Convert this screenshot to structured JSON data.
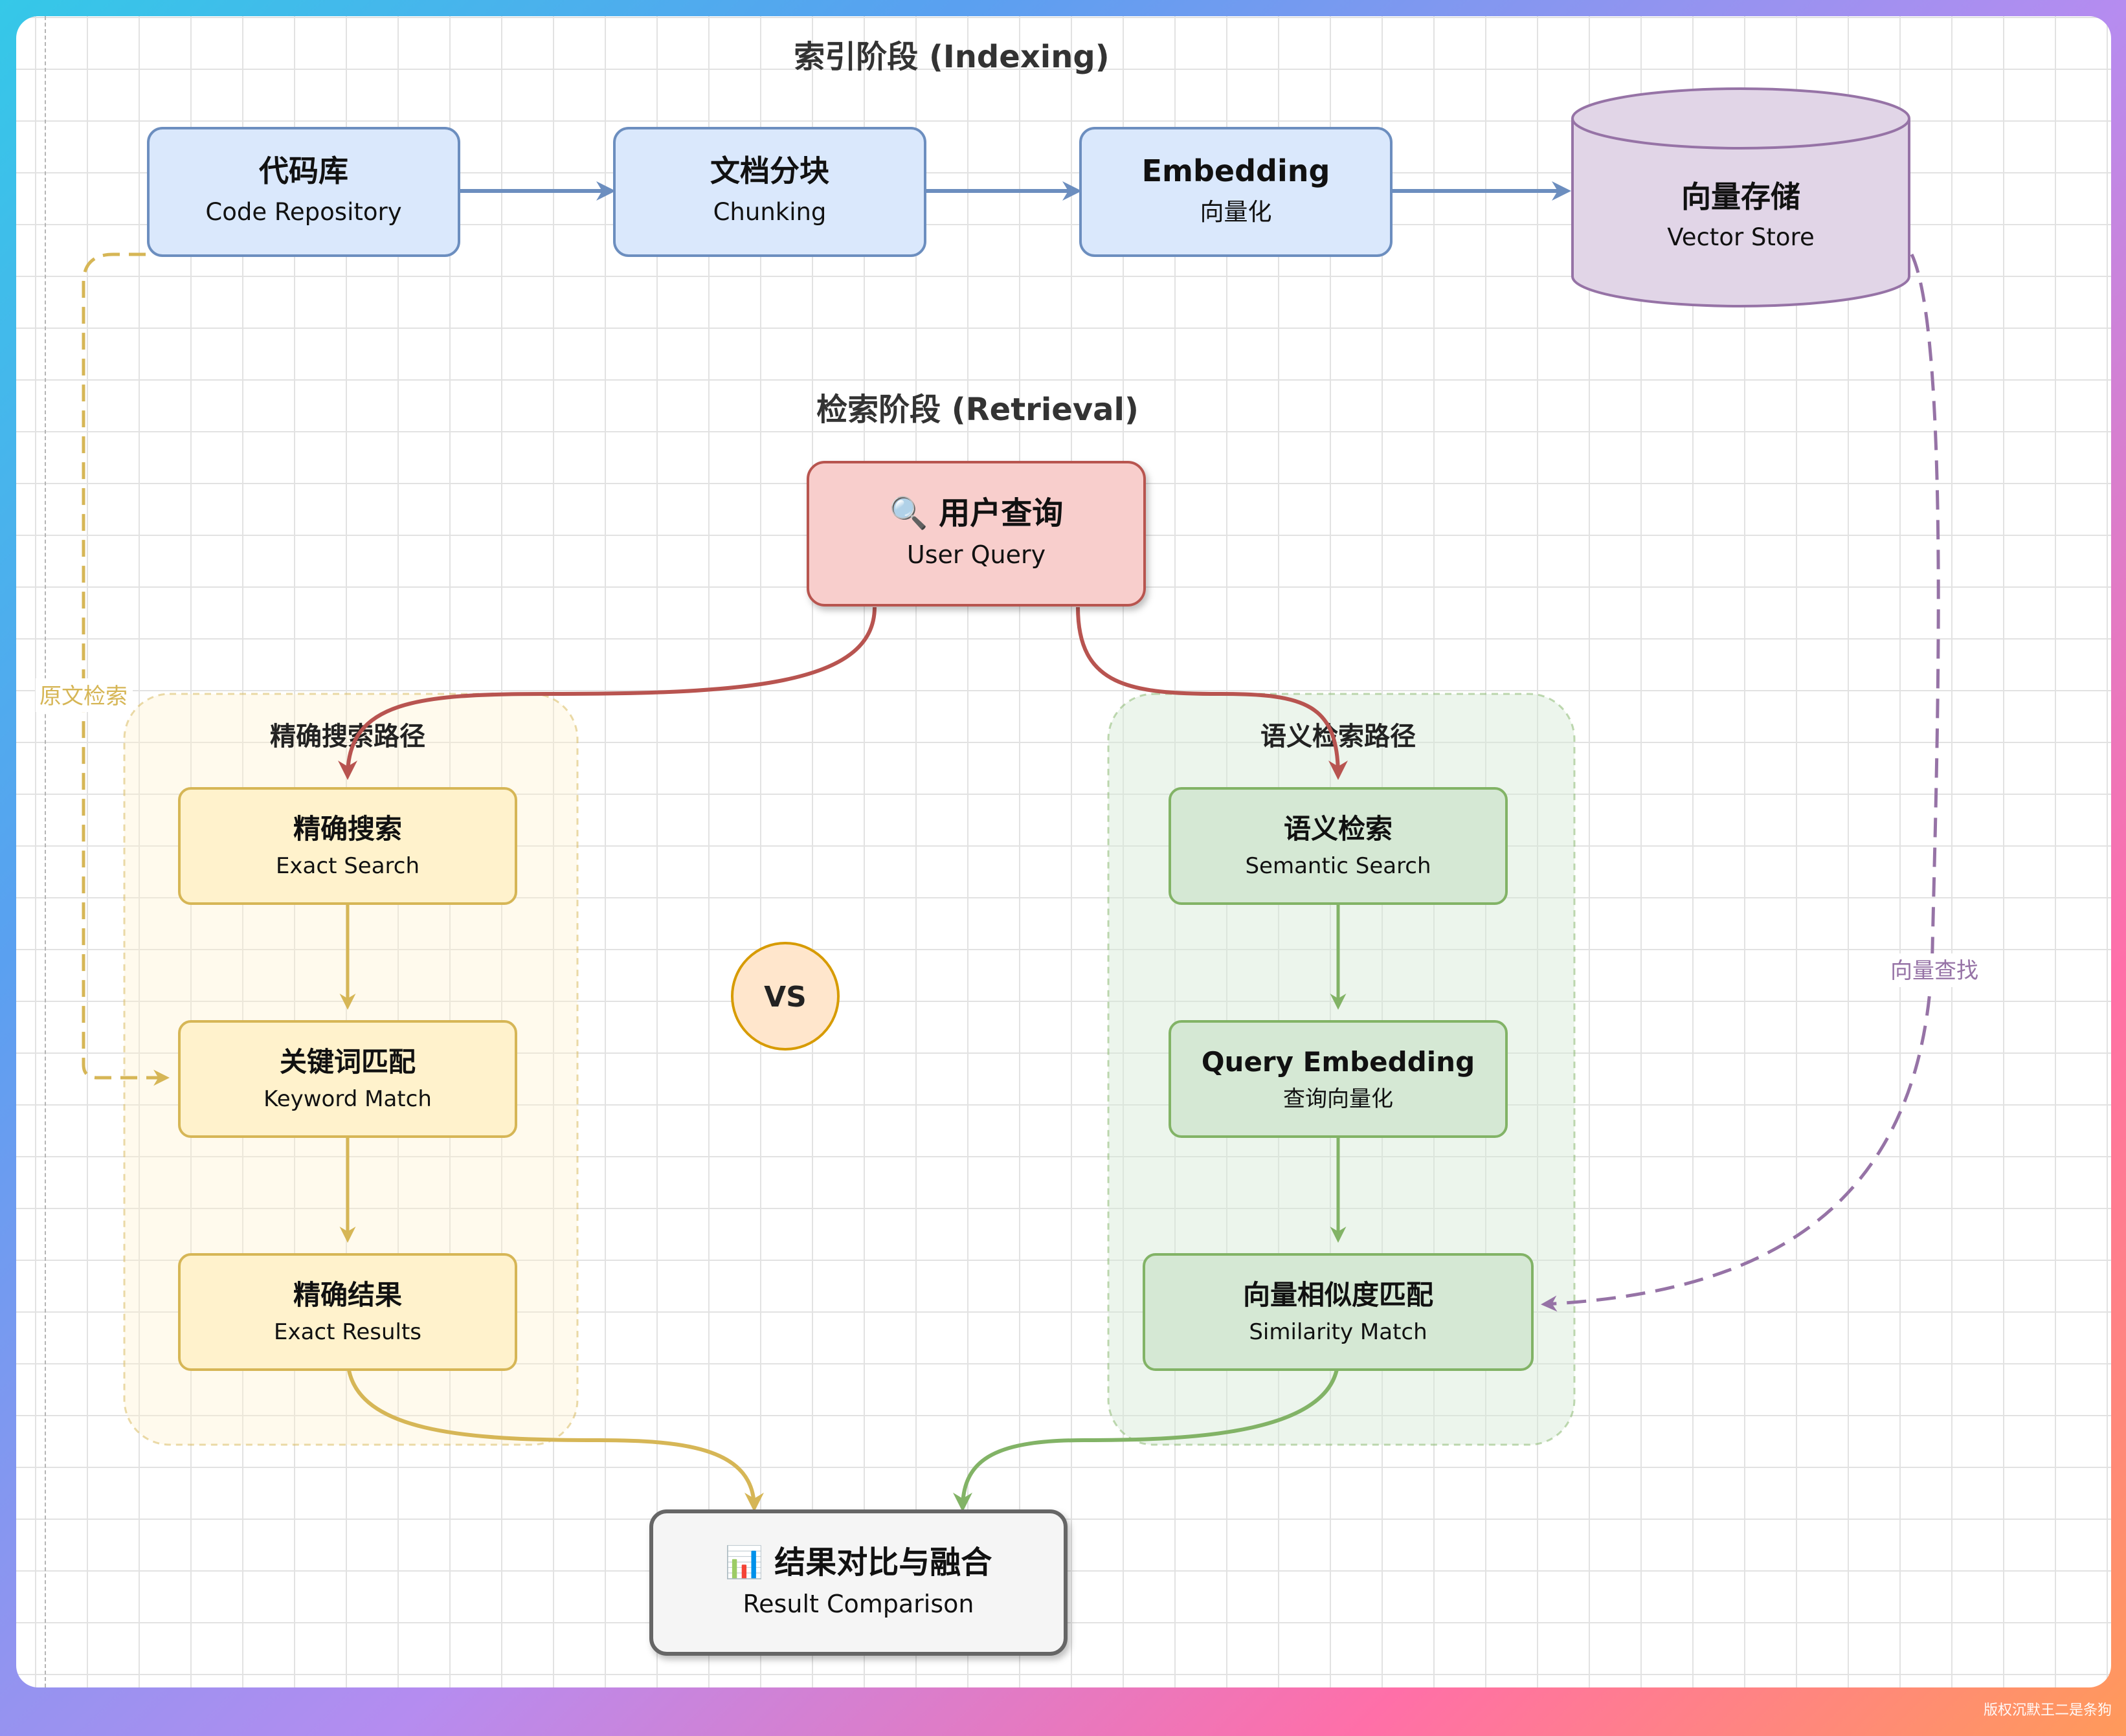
{
  "indexing": {
    "title": "索引阶段 (Indexing)",
    "code_repo": {
      "title": "代码库",
      "subtitle": "Code Repository"
    },
    "chunking": {
      "title": "文档分块",
      "subtitle": "Chunking"
    },
    "embedding": {
      "title": "Embedding",
      "subtitle": "向量化"
    },
    "vector_store": {
      "title": "向量存储",
      "subtitle": "Vector Store"
    }
  },
  "retrieval": {
    "title": "检索阶段 (Retrieval)",
    "user_query": {
      "title": "🔍 用户查询",
      "subtitle": "User Query"
    }
  },
  "exact_path": {
    "label": "精确搜索路径",
    "exact_search": {
      "title": "精确搜索",
      "subtitle": "Exact Search"
    },
    "keyword_match": {
      "title": "关键词匹配",
      "subtitle": "Keyword Match"
    },
    "exact_results": {
      "title": "精确结果",
      "subtitle": "Exact Results"
    }
  },
  "semantic_path": {
    "label": "语义检索路径",
    "semantic_search": {
      "title": "语义检索",
      "subtitle": "Semantic Search"
    },
    "query_embedding": {
      "title": "Query Embedding",
      "subtitle": "查询向量化"
    },
    "similarity_match": {
      "title": "向量相似度匹配",
      "subtitle": "Similarity Match"
    }
  },
  "vs_label": "VS",
  "result": {
    "title": "📊 结果对比与融合",
    "subtitle": "Result Comparison"
  },
  "edge_labels": {
    "raw_text_search": "原文检索",
    "vector_lookup": "向量查找"
  },
  "watermark": "版权沉默王二是条狗",
  "colors": {
    "blue_fill": "#dae8fc",
    "blue_stroke": "#6c8ebf",
    "purple_fill": "#e1d5e7",
    "purple_stroke": "#9673a6",
    "red_fill": "#f8cecc",
    "red_stroke": "#b85450",
    "yellow_fill": "#fff2cc",
    "yellow_stroke": "#d6b656",
    "green_fill": "#d5e8d4",
    "green_stroke": "#82b366",
    "gray_fill": "#f5f5f5",
    "gray_stroke": "#666666",
    "vs_fill": "#ffe6cc",
    "vs_stroke": "#d79b00"
  }
}
